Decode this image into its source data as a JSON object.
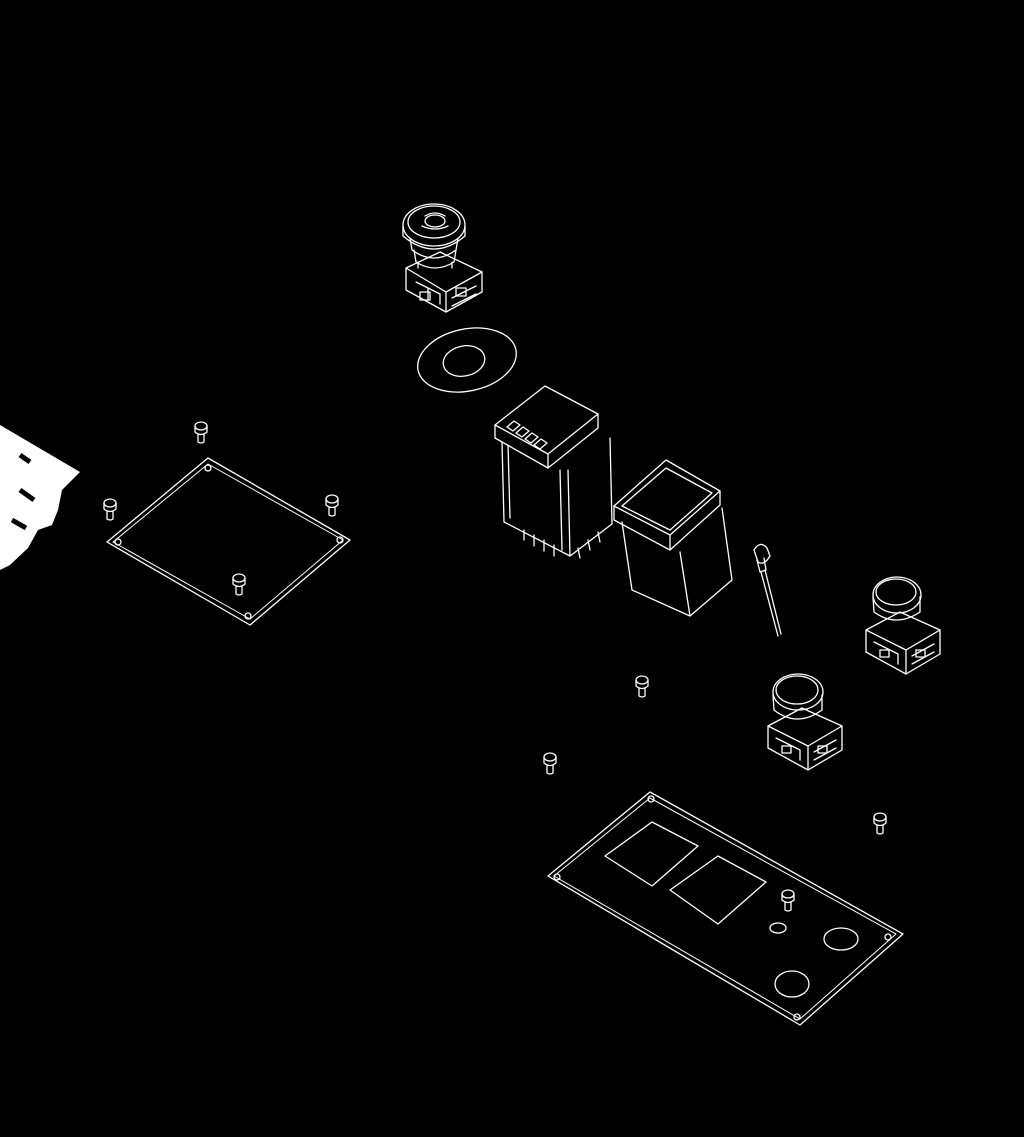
{
  "drawing": {
    "type": "isometric exploded assembly line drawing",
    "colors": {
      "background": "#000000",
      "line": "#ffffff"
    },
    "parts": [
      "partial-housing",
      "emergency-stop-button",
      "gasket-ring",
      "digital-controller",
      "indicator-housing",
      "temperature-probe",
      "push-button",
      "push-button",
      "small-cover-plate",
      "control-panel-plate",
      "screw"
    ]
  }
}
